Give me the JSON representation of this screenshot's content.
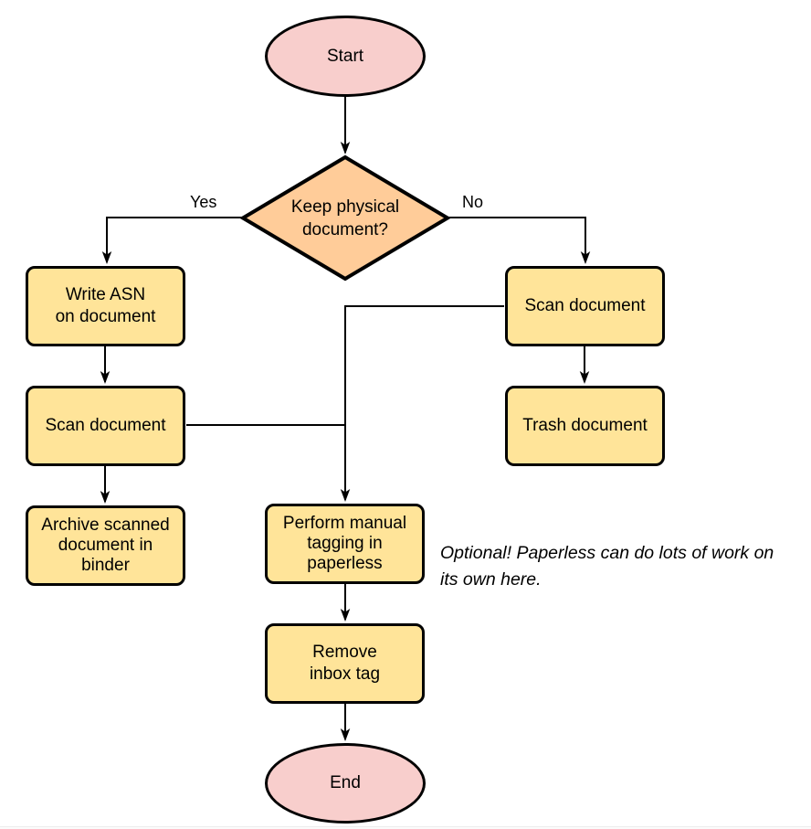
{
  "diagram": {
    "nodes": {
      "start": {
        "label": "Start",
        "shape": "terminator"
      },
      "decision": {
        "label": "Keep physical\ndocument?",
        "shape": "decision"
      },
      "write_asn": {
        "label": "Write ASN\non document",
        "shape": "process"
      },
      "scan_left": {
        "label": "Scan document",
        "shape": "process"
      },
      "archive": {
        "label": "Archive scanned\ndocument in\nbinder",
        "shape": "process"
      },
      "scan_right": {
        "label": "Scan document",
        "shape": "process"
      },
      "trash": {
        "label": "Trash document",
        "shape": "process"
      },
      "perform_tagging": {
        "label": "Perform manual\ntagging in\npaperless",
        "shape": "process"
      },
      "remove_inbox_tag": {
        "label": "Remove\ninbox tag",
        "shape": "process"
      },
      "end": {
        "label": "End",
        "shape": "terminator"
      }
    },
    "edge_labels": {
      "yes": "Yes",
      "no": "No"
    },
    "annotation": "Optional! Paperless can do lots of work on\nits own here.",
    "colors": {
      "terminator_fill": "#f8cecc",
      "decision_fill": "#ffcc99",
      "process_fill": "#ffe499",
      "stroke": "#000000",
      "background": "#ffffff"
    }
  }
}
